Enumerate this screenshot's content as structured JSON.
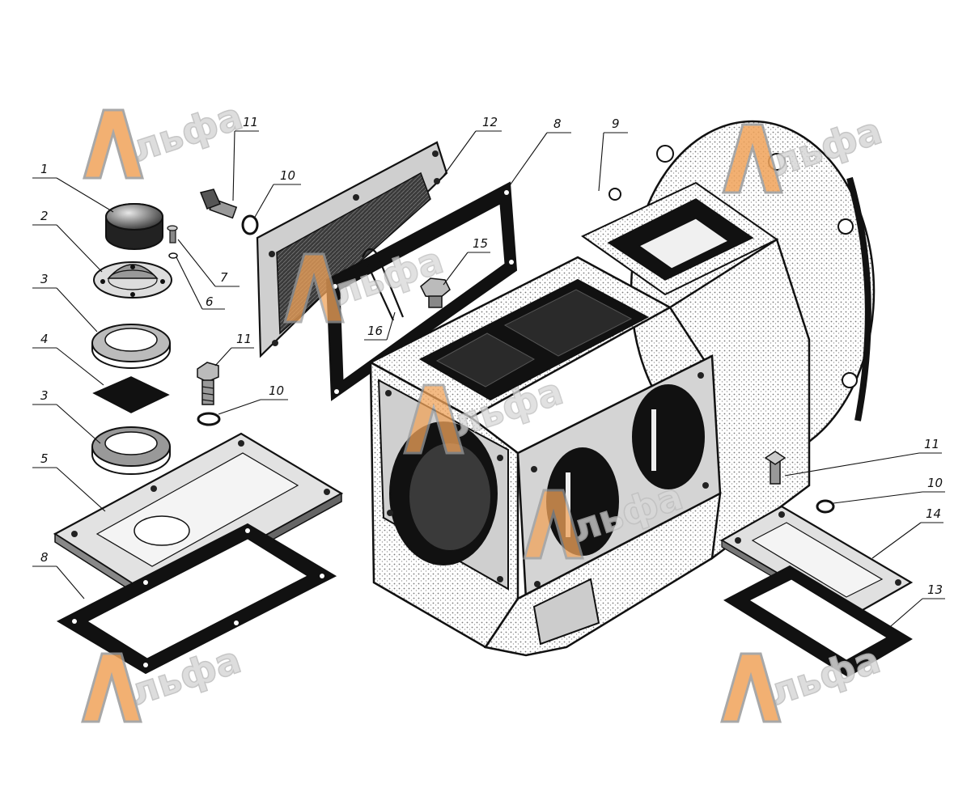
{
  "watermark": {
    "text": "льфа",
    "letter": "A",
    "colors": {
      "letter_fill": "#f0a35a",
      "letter_outline": "#9a9a9a",
      "text_fill": "#d8d8d8"
    }
  },
  "callouts": [
    {
      "id": "c1",
      "label": "1"
    },
    {
      "id": "c2",
      "label": "2"
    },
    {
      "id": "c3a",
      "label": "3"
    },
    {
      "id": "c3b",
      "label": "3"
    },
    {
      "id": "c4",
      "label": "4"
    },
    {
      "id": "c5",
      "label": "5"
    },
    {
      "id": "c6",
      "label": "6"
    },
    {
      "id": "c7",
      "label": "7"
    },
    {
      "id": "c8a",
      "label": "8"
    },
    {
      "id": "c8b",
      "label": "8"
    },
    {
      "id": "c9",
      "label": "9"
    },
    {
      "id": "c10a",
      "label": "10"
    },
    {
      "id": "c10b",
      "label": "10"
    },
    {
      "id": "c10c",
      "label": "10"
    },
    {
      "id": "c11a",
      "label": "11"
    },
    {
      "id": "c11b",
      "label": "11"
    },
    {
      "id": "c11c",
      "label": "11"
    },
    {
      "id": "c12",
      "label": "12"
    },
    {
      "id": "c13",
      "label": "13"
    },
    {
      "id": "c14",
      "label": "14"
    },
    {
      "id": "c15",
      "label": "15"
    },
    {
      "id": "c16",
      "label": "16"
    }
  ],
  "colors": {
    "ink": "#111111",
    "paper": "#ffffff",
    "stipple": "#8a8a8a"
  }
}
